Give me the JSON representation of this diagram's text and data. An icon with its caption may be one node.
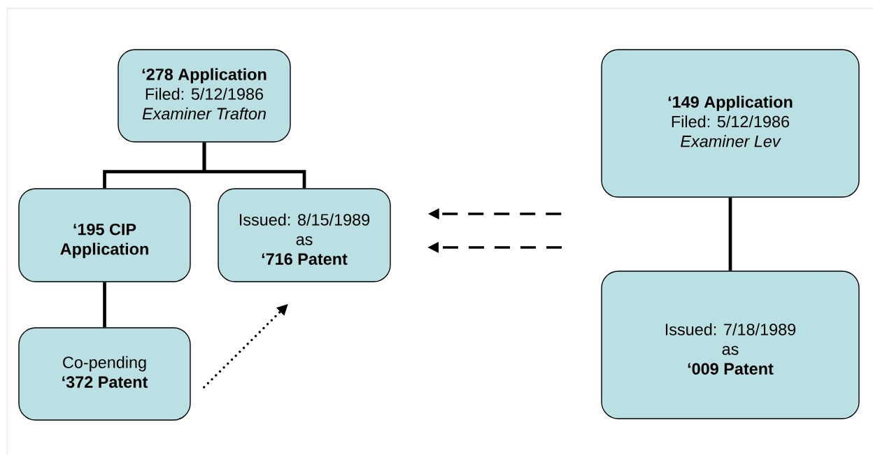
{
  "diagram": {
    "nodes": [
      {
        "text": [
          "‘278 Application",
          "Filed: 5/12/1986",
          "Examiner Trafton"
        ]
      },
      {
        "text": [
          "‘195 CIP Application"
        ]
      },
      {
        "text": [
          "Issued: 8/15/1989 as",
          "‘716 Patent"
        ]
      },
      {
        "text": [
          "Co-pending",
          "‘372 Patent"
        ]
      },
      {
        "text": [
          "‘149 Application",
          "Filed: 5/12/1986",
          "Examiner Lev"
        ]
      },
      {
        "text": [
          "Issued: 7/18/1989 as",
          "‘009 Patent"
        ]
      }
    ],
    "edges": [
      {
        "from": 0,
        "to": 1,
        "arrow": "none"
      },
      {
        "from": 0,
        "to": 2,
        "arrow": "none"
      },
      {
        "from": 1,
        "to": 3,
        "arrow": "none"
      },
      {
        "from": 4,
        "to": 5,
        "arrow": "none"
      },
      {
        "from": 4,
        "to": 2,
        "arrow": "to",
        "style": "dashed"
      },
      {
        "from": 3,
        "to": 2,
        "arrow": "to",
        "style": "dashed"
      }
    ]
  }
}
